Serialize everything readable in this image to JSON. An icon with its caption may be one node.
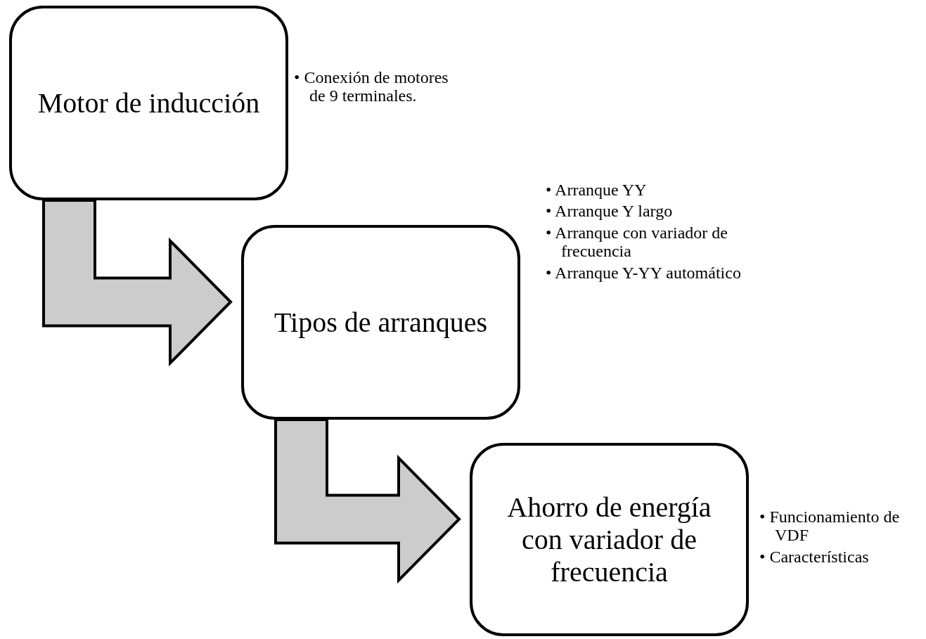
{
  "diagram": {
    "nodes": [
      {
        "text": [
          "Motor de inducción"
        ],
        "beside": [
          "• Conexión de motores de 9 terminales."
        ]
      },
      {
        "text": [
          "Tipos de arranques"
        ],
        "beside": [
          "• Arranque YY",
          "• Arranque Y largo",
          "• Arranque con variador de frecuencia",
          "• Arranque Y-YY automático"
        ]
      },
      {
        "text": [
          "Ahorro de energía con variador de frecuencia"
        ],
        "beside": [
          "• Funcionamiento de VDF",
          "• Características"
        ]
      }
    ],
    "edges": [
      {
        "from": 0,
        "to": 1,
        "arrow": "to"
      },
      {
        "from": 1,
        "to": 2,
        "arrow": "to"
      }
    ]
  }
}
